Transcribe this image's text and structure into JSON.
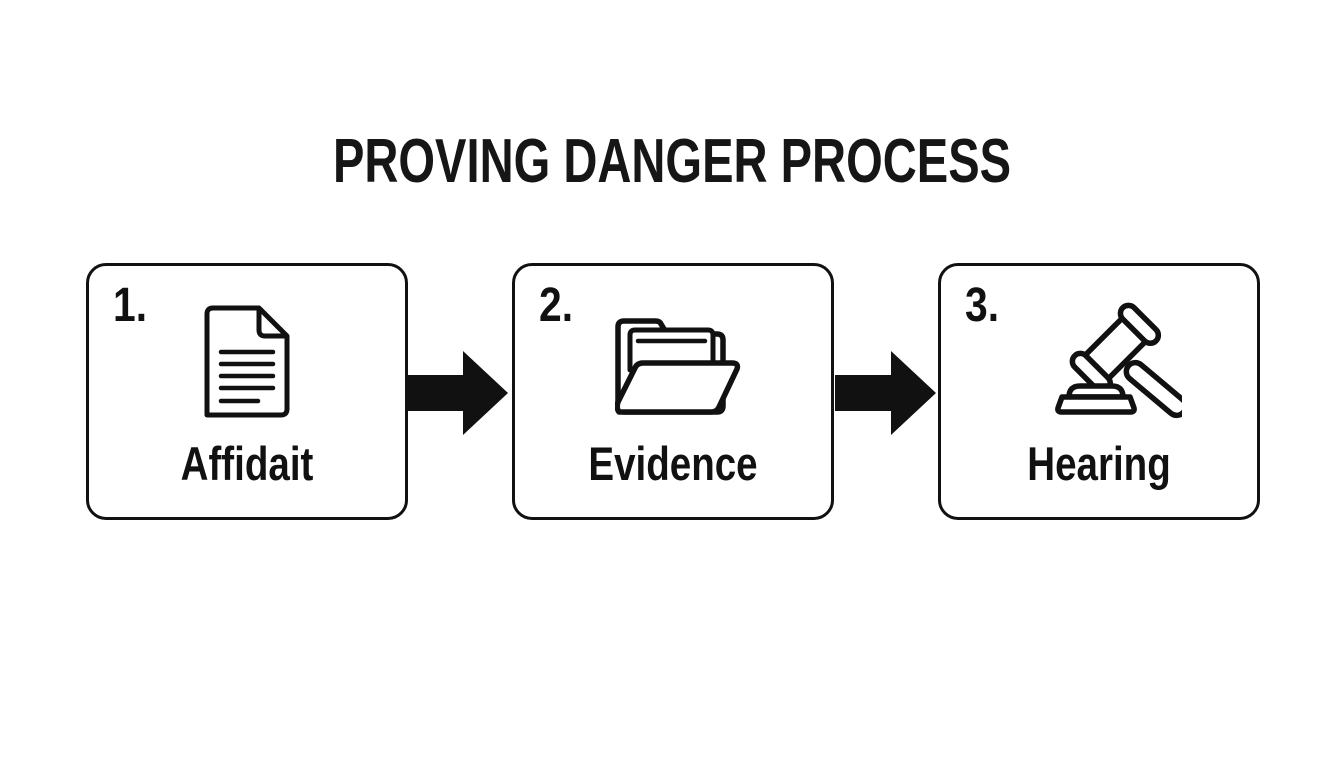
{
  "title": "PROVING DANGER PROCESS",
  "steps": [
    {
      "number": "1.",
      "label": "Affidait",
      "icon": "document-icon"
    },
    {
      "number": "2.",
      "label": "Evidence",
      "icon": "folder-open-icon"
    },
    {
      "number": "3.",
      "label": "Hearing",
      "icon": "gavel-icon"
    }
  ],
  "arrows": [
    {
      "name": "arrow-step1-to-step2",
      "direction": "right"
    },
    {
      "name": "arrow-step2-to-step3",
      "direction": "right"
    }
  ],
  "colors": {
    "background": "#ffffff",
    "line": "#111111",
    "box_fill": "#ffffff"
  }
}
